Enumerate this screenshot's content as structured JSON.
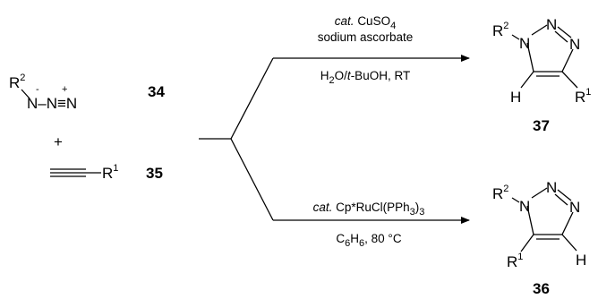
{
  "scheme": {
    "reagents": {
      "azide": {
        "r_group": "R",
        "r_sup": "2",
        "charge_minus": "-",
        "charge_plus": "+",
        "chain": "N–N≡N",
        "label": "34"
      },
      "plus": "+",
      "alkyne": {
        "r_group": "R",
        "r_sup": "1",
        "label": "35"
      }
    },
    "top_path": {
      "cat_word": "cat.",
      "catalyst": "CuSO",
      "catalyst_sub": "4",
      "additive": "sodium ascorbate",
      "solvent_prefix": "H",
      "solvent_sub": "2",
      "solvent_mid": "O/",
      "solvent_ital": "t",
      "solvent_tail": "-BuOH, RT",
      "product": {
        "r_n": "R",
        "r_n_sup": "2",
        "n1": "N",
        "n2": "N",
        "n3": "N",
        "h": "H",
        "r_c": "R",
        "r_c_sup": "1",
        "label": "37"
      }
    },
    "bottom_path": {
      "cat_word": "cat.",
      "catalyst_pre": "Cp*RuCl(PPh",
      "catalyst_sub": "3",
      "catalyst_post": ")",
      "catalyst_sub2": "3",
      "solvent_pre": "C",
      "solvent_sub1": "6",
      "solvent_mid": "H",
      "solvent_sub2": "6",
      "solvent_tail": ", 80 °C",
      "product": {
        "r_n": "R",
        "r_n_sup": "2",
        "n1": "N",
        "n2": "N",
        "n3": "N",
        "h": "H",
        "r_c": "R",
        "r_c_sup": "1",
        "label": "36"
      }
    }
  }
}
